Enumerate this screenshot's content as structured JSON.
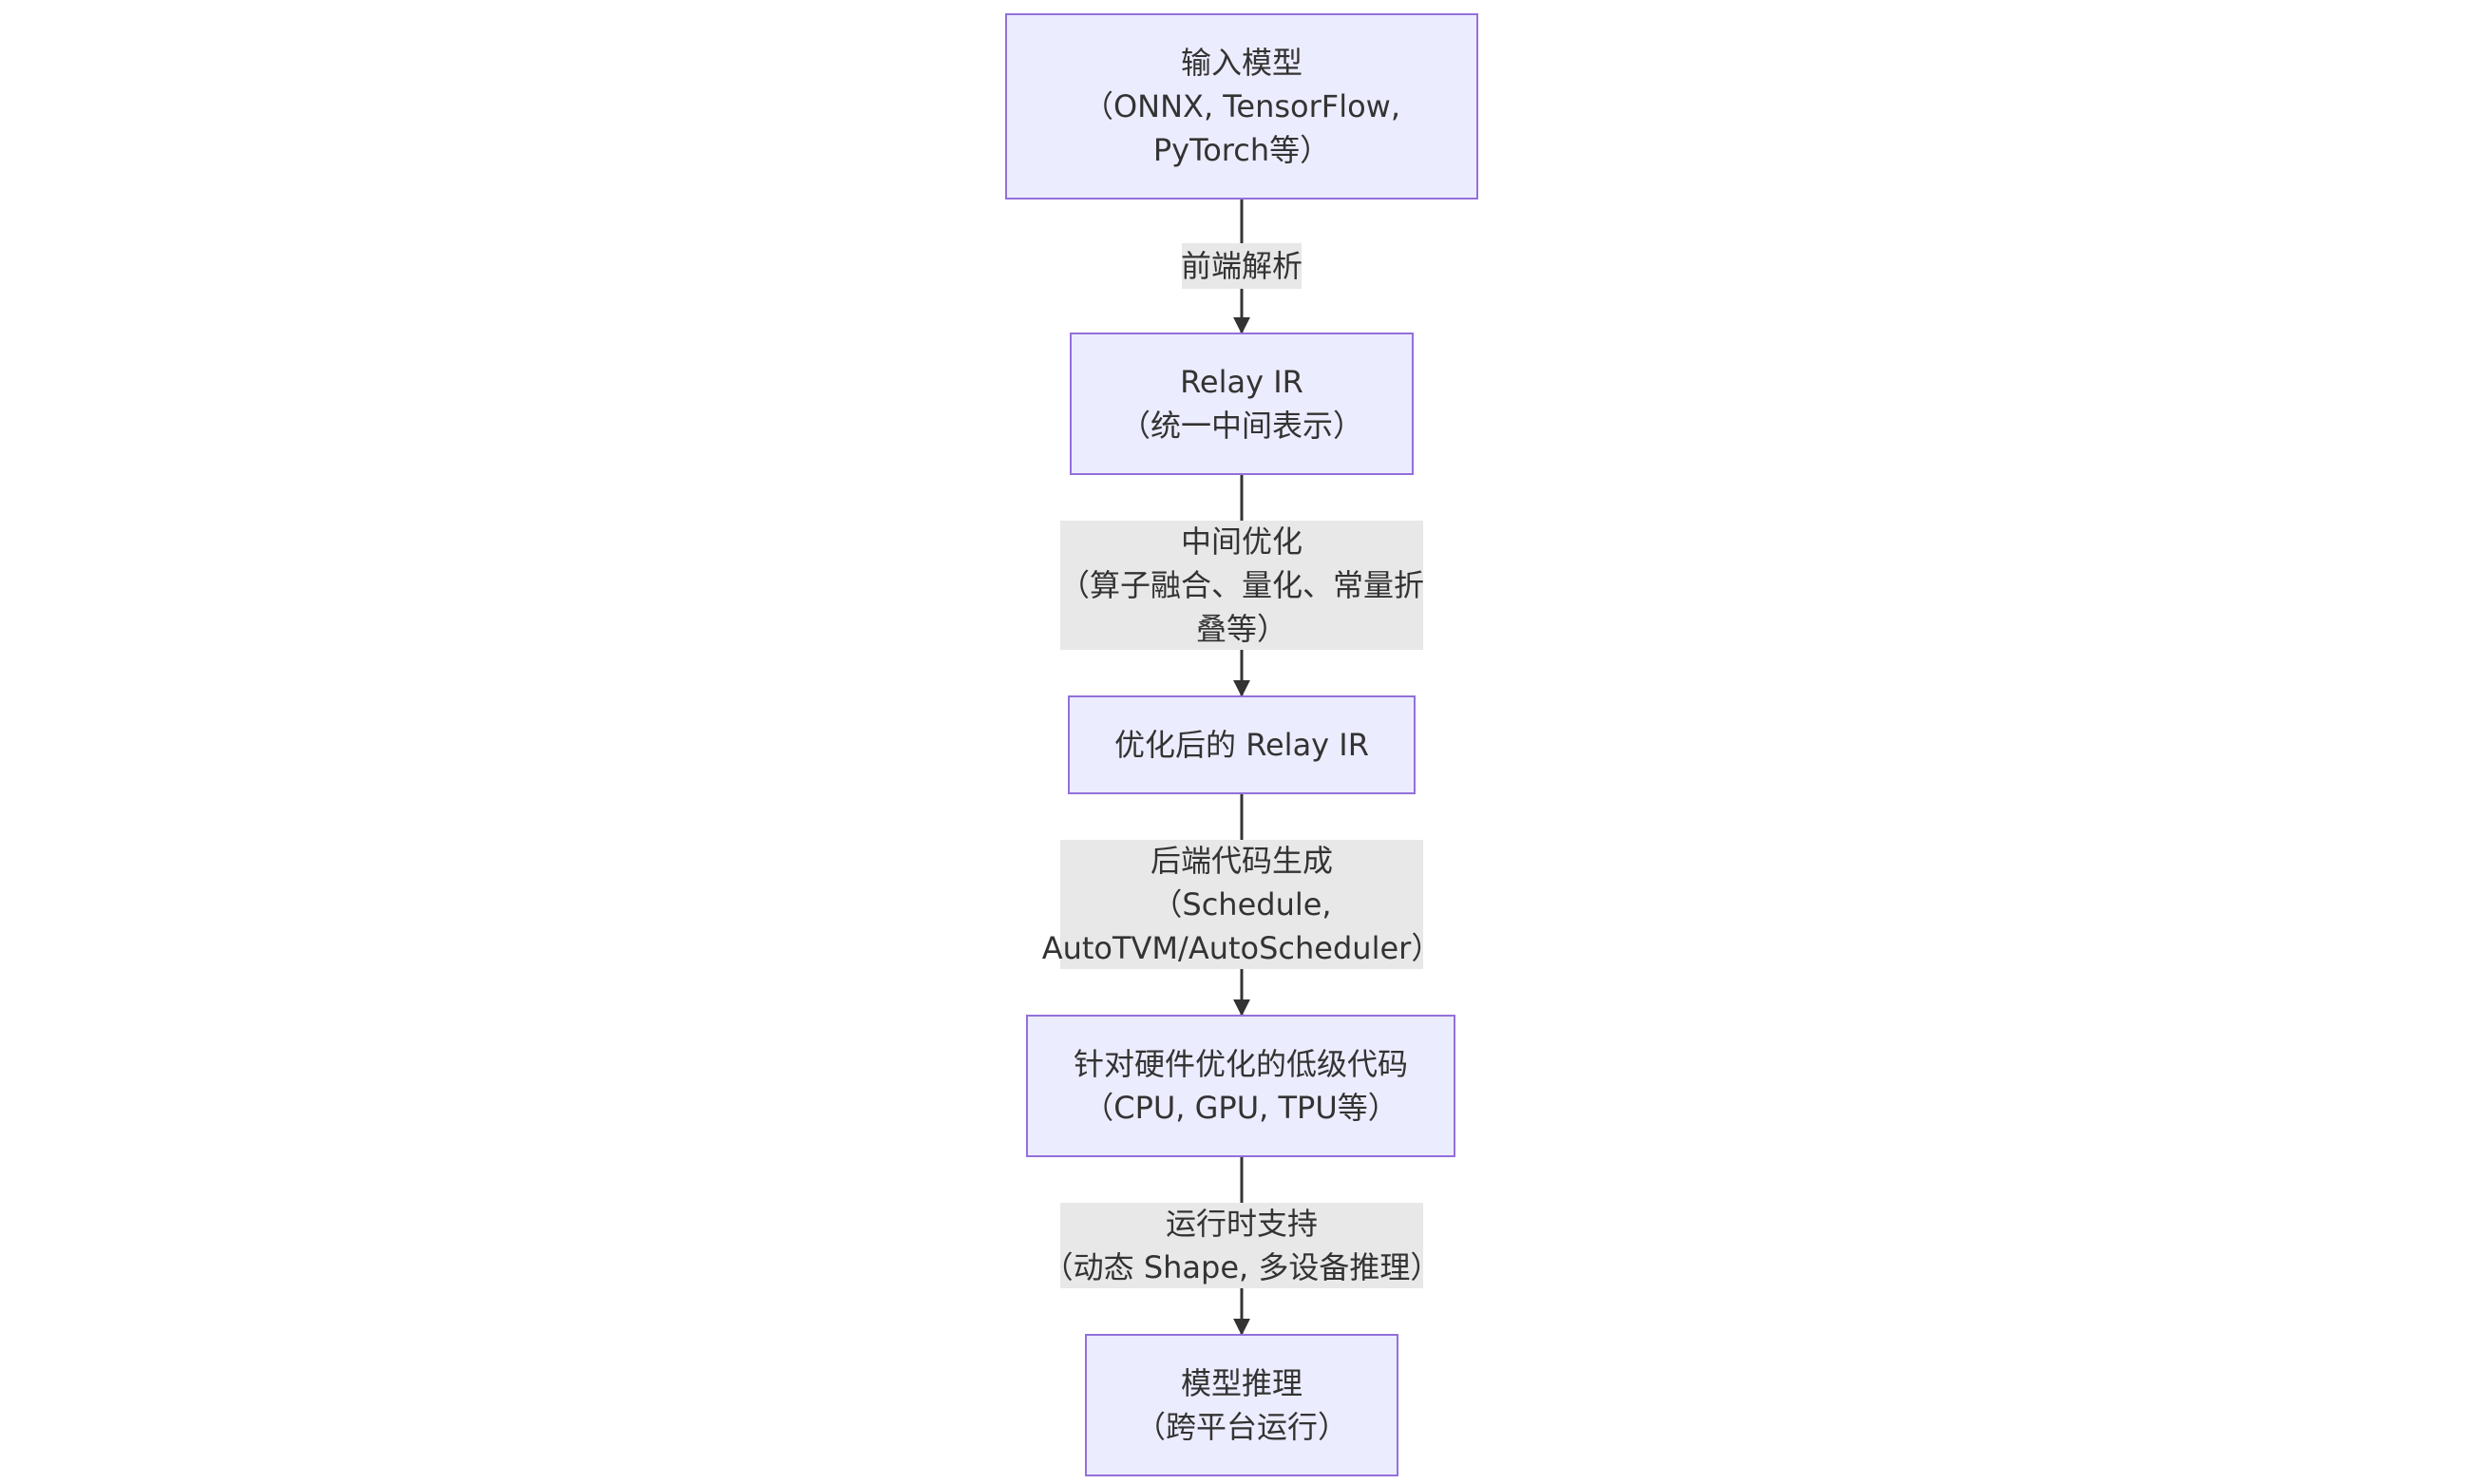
{
  "colors": {
    "node_fill": "#ECECFF",
    "node_border": "#9370DB",
    "edge_label_bg": "#E8E8E8",
    "edge_line": "#333333",
    "text": "#333333"
  },
  "nodes": {
    "input_model": {
      "line1": "输入模型",
      "line2": "（ONNX, TensorFlow,",
      "line3": "PyTorch等）"
    },
    "relay_ir": {
      "line1": "Relay IR",
      "line2": "（统一中间表示）"
    },
    "optimized_relay_ir": {
      "line1": "优化后的 Relay IR"
    },
    "low_level_code": {
      "line1": "针对硬件优化的低级代码",
      "line2": "（CPU, GPU, TPU等）"
    },
    "model_inference": {
      "line1": "模型推理",
      "line2": "（跨平台运行）"
    }
  },
  "edges": {
    "frontend_parse": {
      "line1": "前端解析"
    },
    "middle_optimization": {
      "line1": "中间优化",
      "line2": "（算子融合、量化、常量折",
      "line3": "叠等）"
    },
    "backend_codegen": {
      "line1": "后端代码生成",
      "line2": "（Schedule,",
      "line3": "AutoTVM/AutoScheduler）"
    },
    "runtime_support": {
      "line1": "运行时支持",
      "line2": "（动态 Shape, 多设备推理）"
    }
  }
}
